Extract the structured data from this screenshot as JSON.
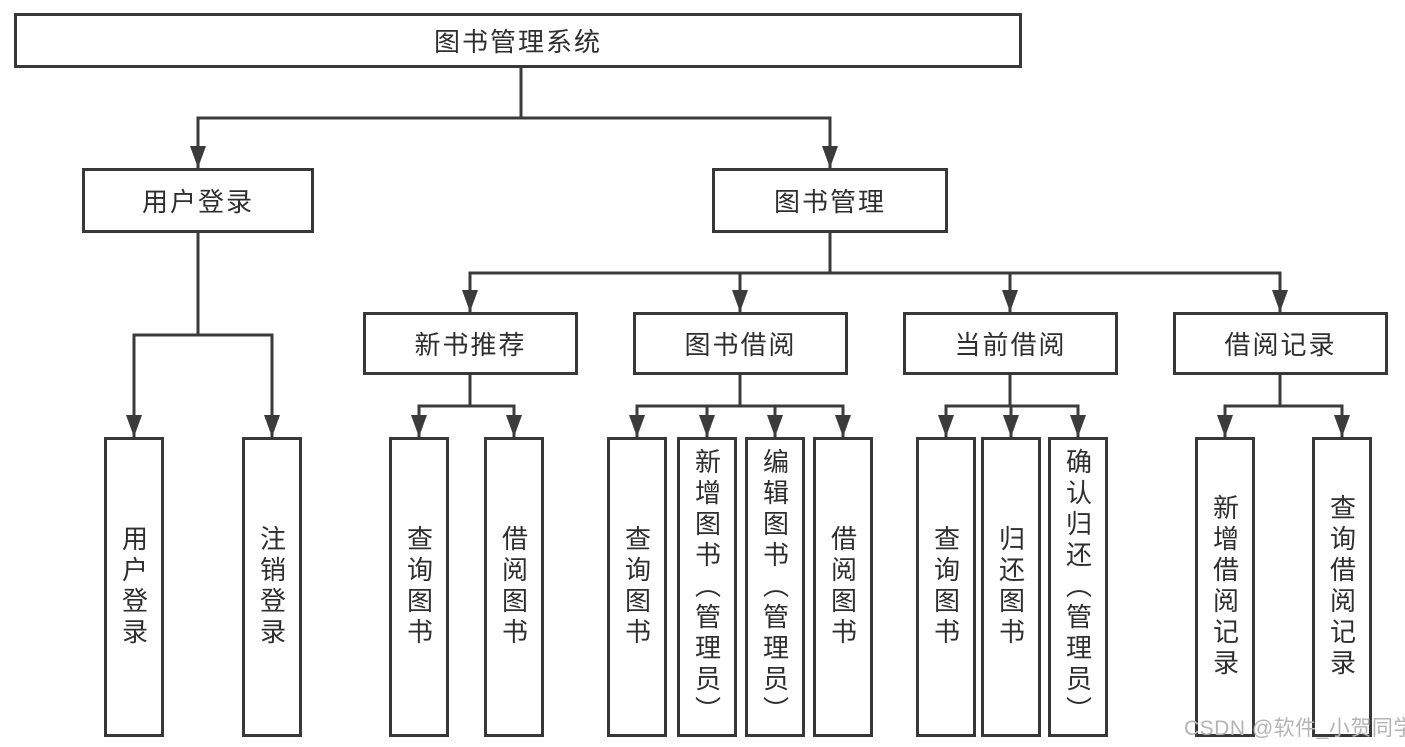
{
  "tree": {
    "root": {
      "label": "图书管理系统"
    },
    "level2": [
      {
        "label": "用户登录",
        "children": [
          {
            "label": "用户登录"
          },
          {
            "label": "注销登录"
          }
        ]
      },
      {
        "label": "图书管理",
        "groups": [
          {
            "label": "新书推荐",
            "children": [
              {
                "label": "查询图书"
              },
              {
                "label": "借阅图书"
              }
            ]
          },
          {
            "label": "图书借阅",
            "children": [
              {
                "label": "查询图书"
              },
              {
                "label": "新增图书（管理员）"
              },
              {
                "label": "编辑图书（管理员）"
              },
              {
                "label": "借阅图书"
              }
            ]
          },
          {
            "label": "当前借阅",
            "children": [
              {
                "label": "查询图书"
              },
              {
                "label": "归还图书"
              },
              {
                "label": "确认归还（管理员）"
              }
            ]
          },
          {
            "label": "借阅记录",
            "children": [
              {
                "label": "新增借阅记录"
              },
              {
                "label": "查询借阅记录"
              }
            ]
          }
        ]
      }
    ]
  },
  "watermark": {
    "text": "CSDN @软件_小贺同学"
  },
  "colors": {
    "line": "#3b3b3b",
    "box_border": "#383838",
    "text": "#2e2e2e",
    "watermark": "#b4b4b4",
    "background": "#ffffff"
  }
}
